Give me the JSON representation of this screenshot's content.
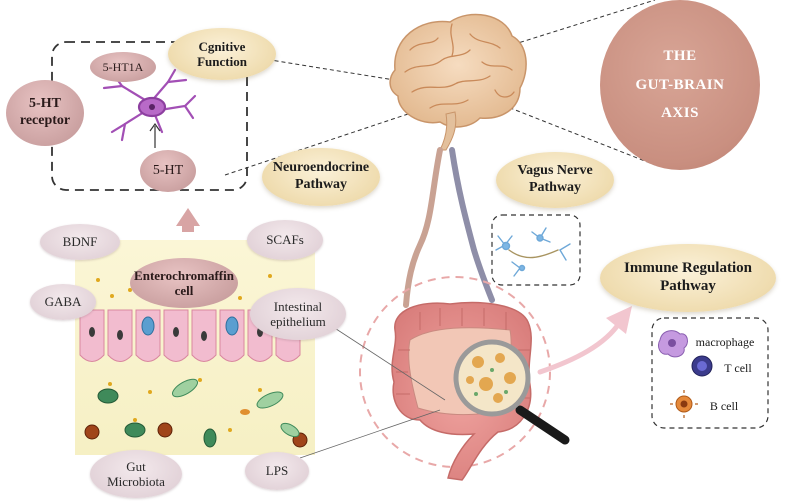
{
  "title": "THE\nGUT-BRAIN\nAXIS",
  "brain_region": {
    "cognitive_function": "Cgnitive\nFunction",
    "receptor_5ht": "5-HT\nreceptor",
    "receptor_5ht1a": "5-HT1A",
    "serotonin": "5-HT"
  },
  "pathways": {
    "neuroendocrine": "Neuroendocrine\nPathway",
    "vagus_nerve": "Vagus Nerve\nPathway",
    "immune_regulation": "Immune Regulation\nPathway"
  },
  "gut_panel": {
    "bdnf": "BDNF",
    "scafs": "SCAFs",
    "enterochromaffin": "Enterochromaffin\ncell",
    "gaba": "GABA",
    "intestinal_epithelium": "Intestinal\nepithelium",
    "gut_microbiota": "Gut\nMicrobiota",
    "lps": "LPS"
  },
  "immune_cells": {
    "macrophage": "macrophage",
    "t_cell": "T cell",
    "b_cell": "B cell"
  },
  "colors": {
    "cream_bubble": "#efdcaf",
    "rose_bubble": "#caa0a0",
    "axis_circle": "#c98f80",
    "nerve_grey": "#8e8ea8",
    "nerve_tan": "#c9a293",
    "dashed_circle": "#e8a8a8"
  }
}
